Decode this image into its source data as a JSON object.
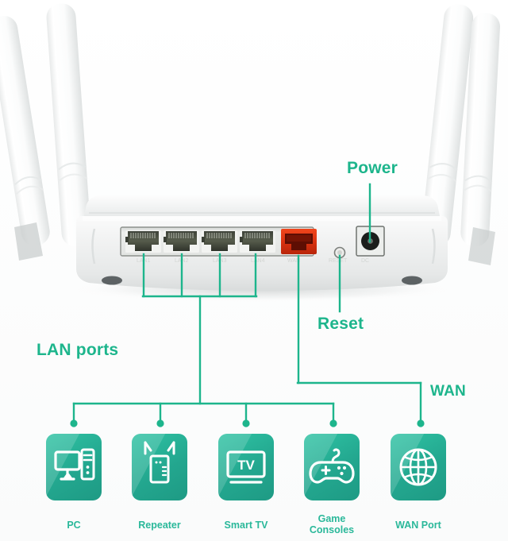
{
  "diagram": {
    "subject": "wireless-router-rear-panel-port-diagram",
    "accent_color": "#1DB58C",
    "tile_color": "#23A78F",
    "background": "#ffffff"
  },
  "callouts": [
    {
      "id": "power",
      "label": "Power",
      "target": "dc-power-jack"
    },
    {
      "id": "reset",
      "label": "Reset",
      "target": "reset-pinhole"
    },
    {
      "id": "lan",
      "label": "LAN ports",
      "target": "lan-rj45-ports"
    },
    {
      "id": "wan",
      "label": "WAN",
      "target": "wan-rj45-port"
    }
  ],
  "router": {
    "lan_port_count": 4,
    "wan_port_count": 1,
    "wan_port_color": "#E03A17",
    "lan_port_color": "#4A4F42",
    "antenna_count": 4,
    "has_reset_pinhole": true,
    "has_dc_jack": true
  },
  "devices": [
    {
      "id": "pc",
      "label": "PC",
      "icon": "desktop-computer-icon"
    },
    {
      "id": "repeater",
      "label": "Repeater",
      "icon": "wifi-repeater-icon"
    },
    {
      "id": "smart-tv",
      "label": "Smart TV",
      "icon": "television-icon"
    },
    {
      "id": "game-consoles",
      "label": "Game\nConsoles",
      "icon": "gamepad-icon"
    },
    {
      "id": "wan-port",
      "label": "WAN Port",
      "icon": "globe-icon"
    }
  ]
}
